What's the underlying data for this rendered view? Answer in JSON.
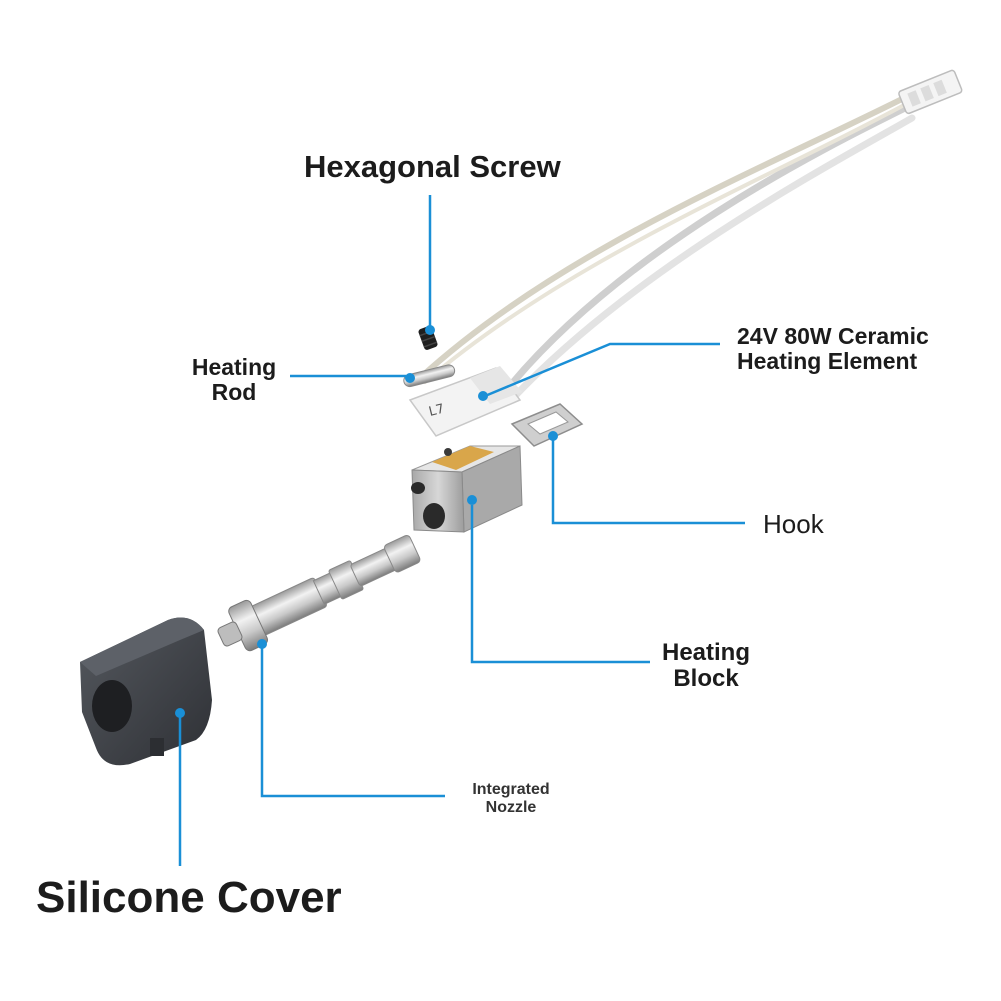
{
  "labels": {
    "hexagonal_screw": "Hexagonal Screw",
    "heating_rod": [
      "Heating",
      "Rod"
    ],
    "ceramic_element": [
      "24V 80W Ceramic",
      "Heating Element"
    ],
    "hook": "Hook",
    "heating_block": [
      "Heating",
      "Block"
    ],
    "integrated_nozzle": [
      "Integrated",
      "Nozzle"
    ],
    "silicone_cover": "Silicone Cover"
  },
  "heating_element_marking": "L7",
  "colors": {
    "leader_line": "#1a8fd6",
    "text": "#1c1c1c",
    "metal_light": "#e4e4e4",
    "metal_dark": "#8a8a8a",
    "brass": "#d8a94a",
    "silicone": "#3f4247",
    "screw": "#1f1f1f",
    "wire": "#d9d9d9",
    "ceramic": "#f3f3f3"
  }
}
